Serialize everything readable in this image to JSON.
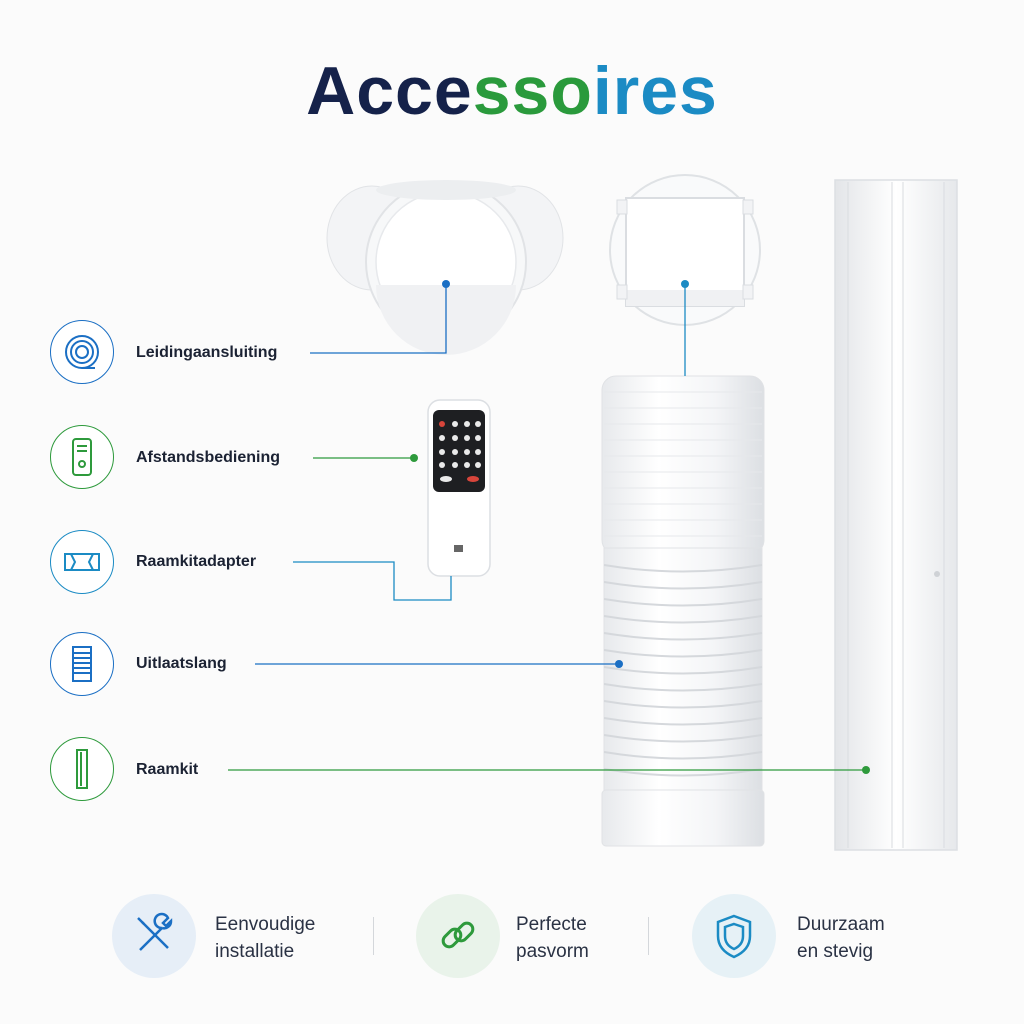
{
  "title": {
    "part1": "Acce",
    "part2": "sso",
    "part3": "ires"
  },
  "callouts": [
    {
      "label": "Leidingaansluiting",
      "icon": "hose-coil-icon",
      "color": "#1b6fc4"
    },
    {
      "label": "Afstandsbediening",
      "icon": "remote-control-icon",
      "color": "#2e9a3c"
    },
    {
      "label": "Raamkitadapter",
      "icon": "window-adapter-icon",
      "color": "#1b8bc4"
    },
    {
      "label": "Uitlaatslang",
      "icon": "exhaust-hose-icon",
      "color": "#1b6fc4"
    },
    {
      "label": "Raamkit",
      "icon": "window-kit-icon",
      "color": "#2e9a3c"
    }
  ],
  "features": [
    {
      "line1": "Eenvoudige",
      "line2": "installatie",
      "icon": "tools-icon"
    },
    {
      "line1": "Perfecte",
      "line2": "pasvorm",
      "icon": "chain-link-icon"
    },
    {
      "line1": "Duurzaam",
      "line2": "en stevig",
      "icon": "shield-icon"
    }
  ]
}
